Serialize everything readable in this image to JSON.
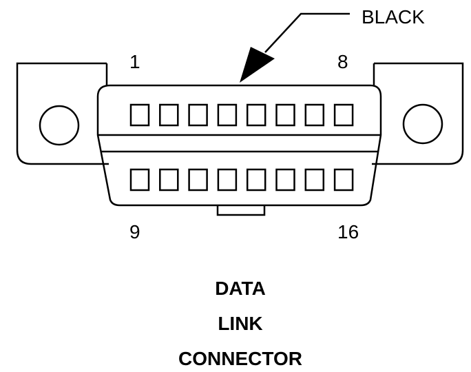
{
  "diagram": {
    "wire_color_label": "BLACK",
    "pin_labels": {
      "top_left": "1",
      "top_right": "8",
      "bottom_left": "9",
      "bottom_right": "16"
    },
    "title_lines": [
      "DATA",
      "LINK",
      "CONNECTOR"
    ],
    "pins_per_row": 8,
    "rows": 2
  }
}
